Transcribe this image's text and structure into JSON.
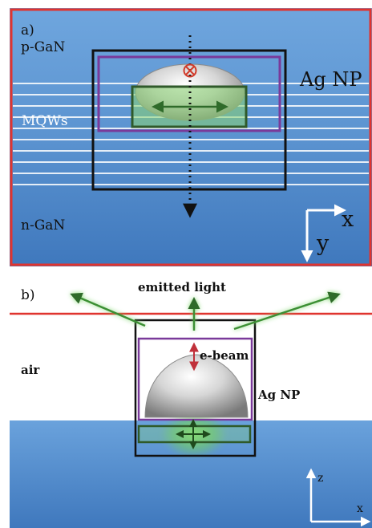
{
  "panel_a": {
    "label": "a)",
    "layer_top": "p-GaN",
    "layer_mqw": "MQWs",
    "layer_bottom": "n-GaN",
    "particle": "Ag NP",
    "axis_x": "x",
    "axis_y": "y"
  },
  "panel_b": {
    "label": "b)",
    "emitted": "emitted light",
    "air": "air",
    "ebeam": "e-beam",
    "particle": "Ag NP",
    "axis_z": "z",
    "axis_x": "x"
  },
  "colors": {
    "substrate_blue": "#4f86c6",
    "substrate_blue_light": "#6aa1dc",
    "red_frame": "#e0342f",
    "purple_box": "#7a3a9a",
    "green_box": "#2f5a2a",
    "black_box": "#111111",
    "glow_green": "#7dd66a"
  }
}
